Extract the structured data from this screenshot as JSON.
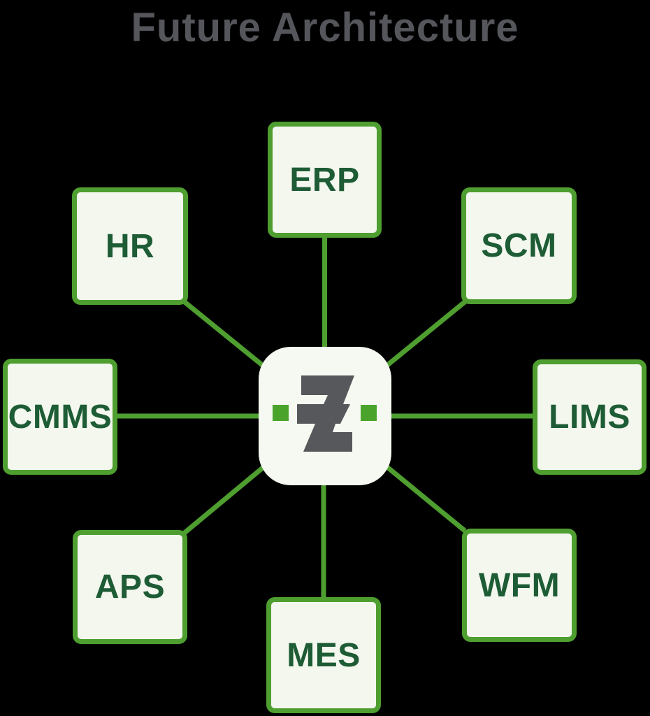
{
  "title": "Future Architecture",
  "diagram": {
    "type": "hub-and-spoke",
    "hub": {
      "id": "hub",
      "logo": "stylized-z-logo-with-two-green-squares"
    },
    "nodes": [
      {
        "id": "erp",
        "label": "ERP",
        "position": "top"
      },
      {
        "id": "hr",
        "label": "HR",
        "position": "top-left"
      },
      {
        "id": "scm",
        "label": "SCM",
        "position": "top-right"
      },
      {
        "id": "cmms",
        "label": "CMMS",
        "position": "left"
      },
      {
        "id": "lims",
        "label": "LIMS",
        "position": "right"
      },
      {
        "id": "aps",
        "label": "APS",
        "position": "bottom-left"
      },
      {
        "id": "mes",
        "label": "MES",
        "position": "bottom"
      },
      {
        "id": "wfm",
        "label": "WFM",
        "position": "bottom-right"
      }
    ],
    "connections": [
      {
        "from": "hub",
        "to": "erp"
      },
      {
        "from": "hub",
        "to": "hr"
      },
      {
        "from": "hub",
        "to": "scm"
      },
      {
        "from": "hub",
        "to": "cmms"
      },
      {
        "from": "hub",
        "to": "lims"
      },
      {
        "from": "hub",
        "to": "aps"
      },
      {
        "from": "hub",
        "to": "mes"
      },
      {
        "from": "hub",
        "to": "wfm"
      }
    ]
  },
  "colors": {
    "background": "#000000",
    "title_text": "#54565b",
    "box_border": "#4e9e30",
    "box_fill": "#f3f7ee",
    "box_label_text": "#1d5c35",
    "connector_line": "#4e9e30",
    "hub_fill": "#f5f9f1",
    "logo_gray": "#57585b",
    "logo_green_square": "#4aa42c"
  }
}
